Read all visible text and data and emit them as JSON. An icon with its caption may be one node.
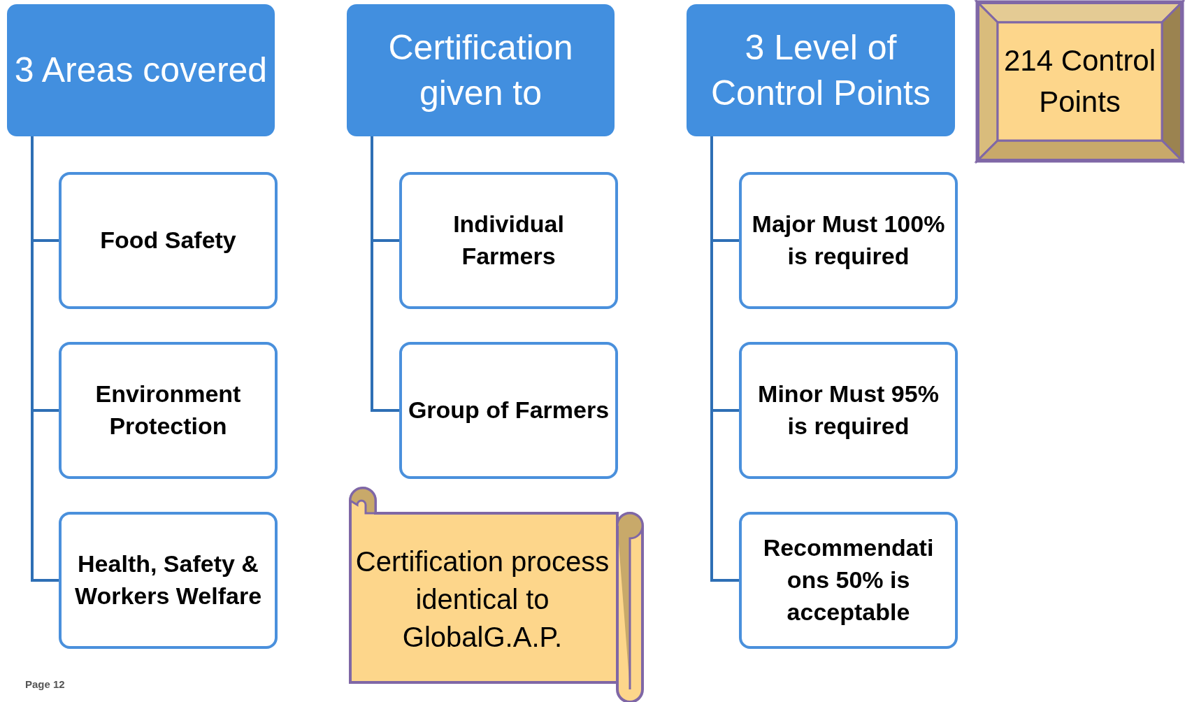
{
  "diagram": {
    "nodes": [
      {
        "text": [
          "3 Areas covered"
        ]
      },
      {
        "text": [
          "Food Safety"
        ]
      },
      {
        "text": [
          "Environment Protection"
        ]
      },
      {
        "text": [
          "Health, Safety & Workers Welfare"
        ]
      },
      {
        "text": [
          "Certification given to"
        ]
      },
      {
        "text": [
          "Individual Farmers"
        ]
      },
      {
        "text": [
          "Group of Farmers"
        ]
      },
      {
        "text": [
          "Certification process identical to GlobalG.A.P."
        ]
      },
      {
        "text": [
          "3 Level of Control Points"
        ]
      },
      {
        "text": [
          "Major Must 100% is required"
        ]
      },
      {
        "text": [
          "Minor Must 95% is required"
        ]
      },
      {
        "text": [
          "Recommendati ons 50% is acceptable"
        ]
      },
      {
        "text": [
          "214 Control Points"
        ]
      }
    ],
    "edges": [
      {
        "from": 0,
        "to": 1,
        "arrow": "none"
      },
      {
        "from": 0,
        "to": 2,
        "arrow": "none"
      },
      {
        "from": 0,
        "to": 3,
        "arrow": "none"
      },
      {
        "from": 4,
        "to": 5,
        "arrow": "none"
      },
      {
        "from": 4,
        "to": 6,
        "arrow": "none"
      },
      {
        "from": 8,
        "to": 9,
        "arrow": "none"
      },
      {
        "from": 8,
        "to": 10,
        "arrow": "none"
      },
      {
        "from": 8,
        "to": 11,
        "arrow": "none"
      }
    ],
    "labels": [
      "Page 12"
    ]
  }
}
